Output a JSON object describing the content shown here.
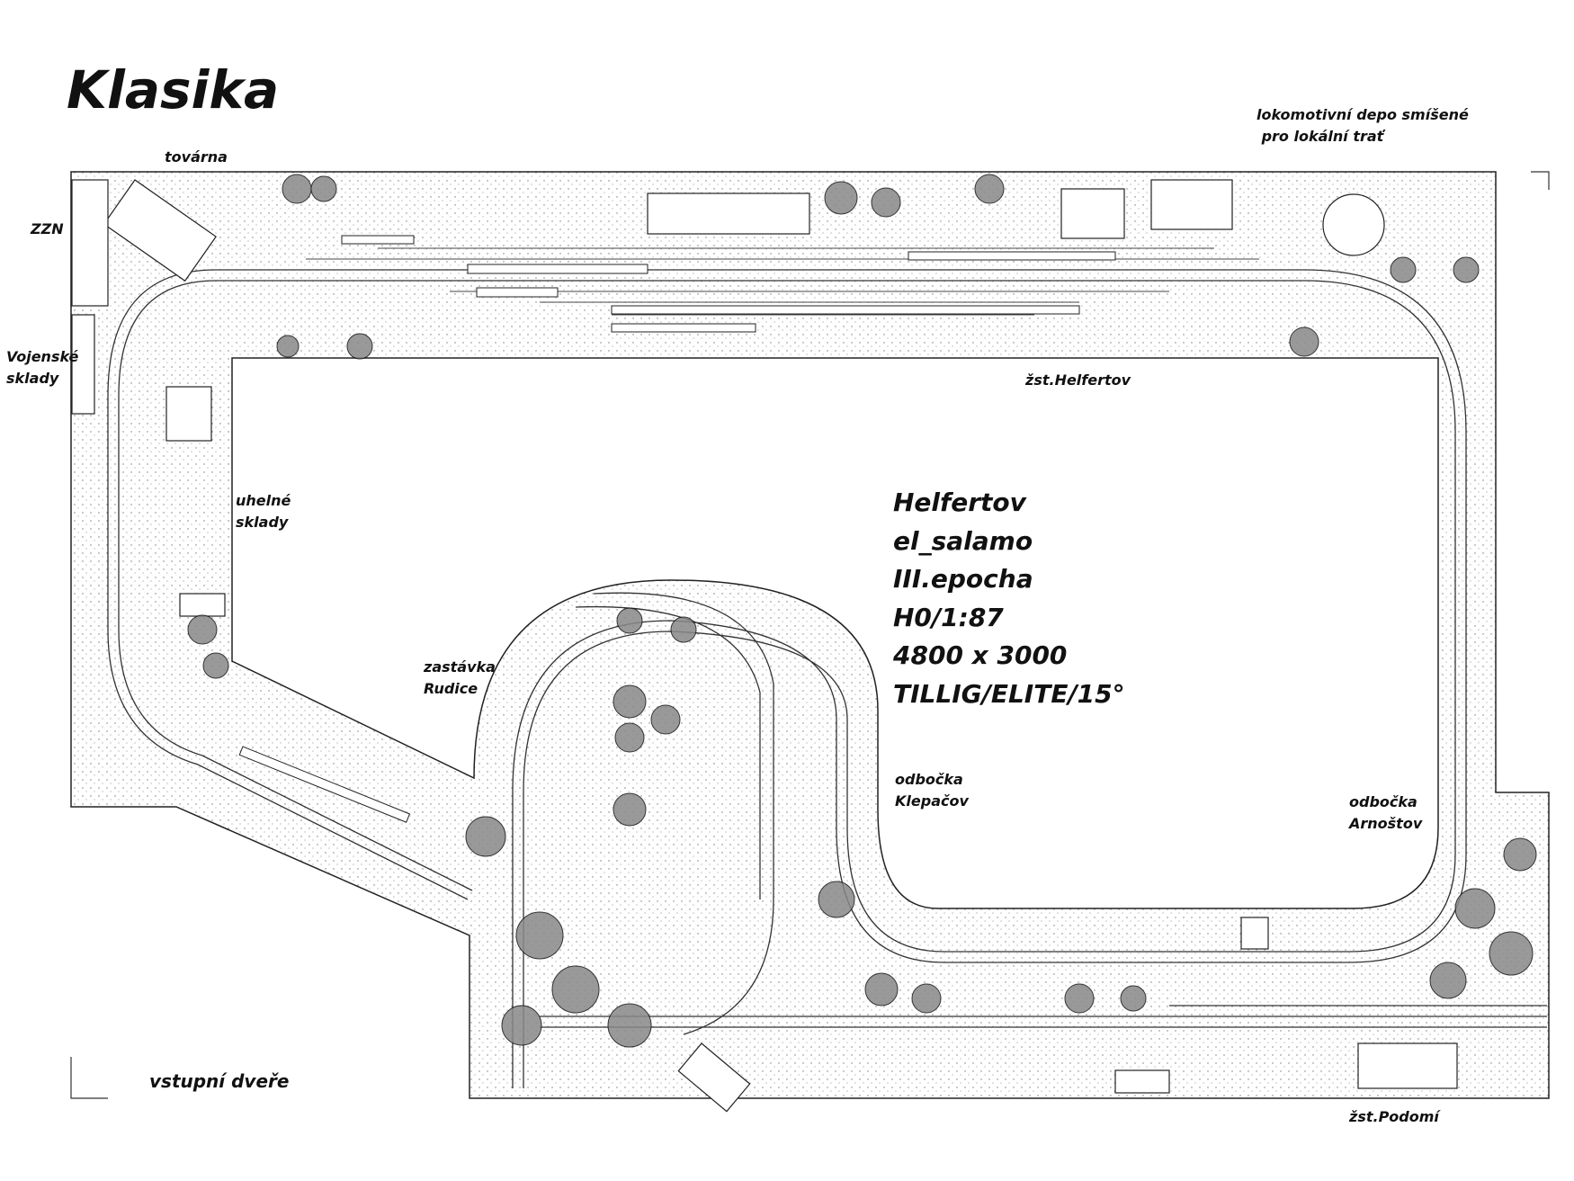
{
  "title": "Klasika",
  "labels": {
    "tovarna": "továrna",
    "zzn": "ZZN",
    "vojenske_sklady": [
      "Vojenské",
      "sklady"
    ],
    "uhelne_sklady": [
      "uhelné",
      "sklady"
    ],
    "zastavka_rudice": [
      "zastávka",
      "Rudice"
    ],
    "odbocka_klepacov": [
      "odbočka",
      "Klepačov"
    ],
    "odbocka_arnostov": [
      "odbočka",
      "Arnoštov"
    ],
    "lokomotivni_depo": [
      "lokomotivní depo smíšené",
      " pro lokální trať"
    ],
    "zst_helfertov": "žst.Helfertov",
    "zst_podomi": "žst.Podomí",
    "vstupni_dvere": "vstupní dveře"
  },
  "info": [
    "Helfertov",
    "el_salamo",
    "III.epocha",
    "H0/1:87",
    "4800 x 3000",
    "TILLIG/ELITE/15°"
  ]
}
